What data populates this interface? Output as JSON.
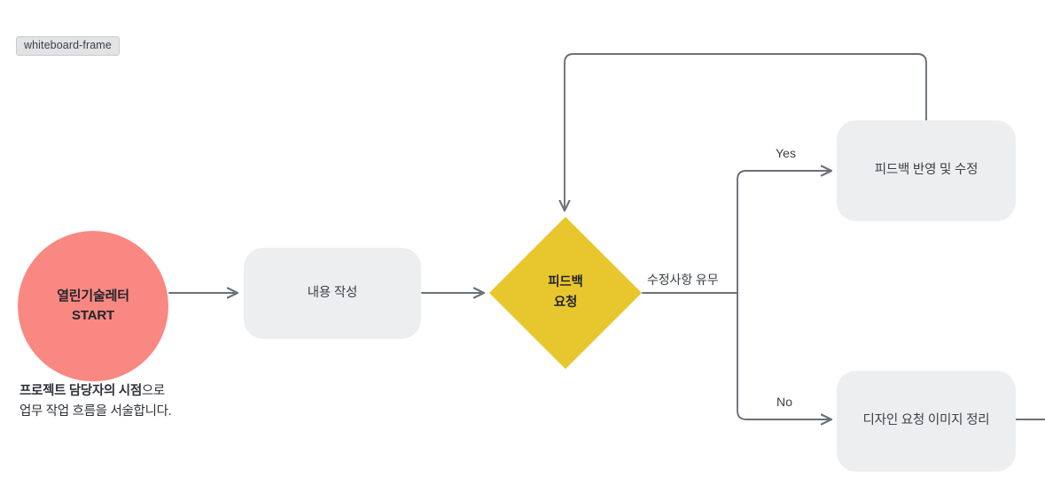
{
  "frame": {
    "label": "whiteboard-frame"
  },
  "nodes": {
    "start": {
      "line1": "열린기술레터",
      "line2": "START",
      "shape": "circle",
      "color": "#f98882"
    },
    "write": {
      "label": "내용 작성",
      "shape": "rounded-rect",
      "color": "#edeef0"
    },
    "decision": {
      "line1": "피드백",
      "line2": "요청",
      "shape": "diamond",
      "color": "#e8c72e"
    },
    "revise": {
      "label": "피드백 반영 및 수정",
      "shape": "rounded-rect",
      "color": "#edeef0"
    },
    "design": {
      "label": "디자인 요청 이미지 정리",
      "shape": "rounded-rect",
      "color": "#edeef0"
    }
  },
  "edge_labels": {
    "branch": "수정사항 유무",
    "yes": "Yes",
    "no": "No"
  },
  "caption": {
    "bold": "프로젝트 담당자의 시점",
    "rest": "으로",
    "line2": "업무 작업 흐름을 서술합니다."
  },
  "colors": {
    "start_fill": "#f98882",
    "decision_fill": "#e8c72e",
    "box_fill": "#edeef0",
    "edge_stroke": "#6b7079",
    "chip_bg": "#e2e3e5",
    "text": "#3c4048"
  }
}
